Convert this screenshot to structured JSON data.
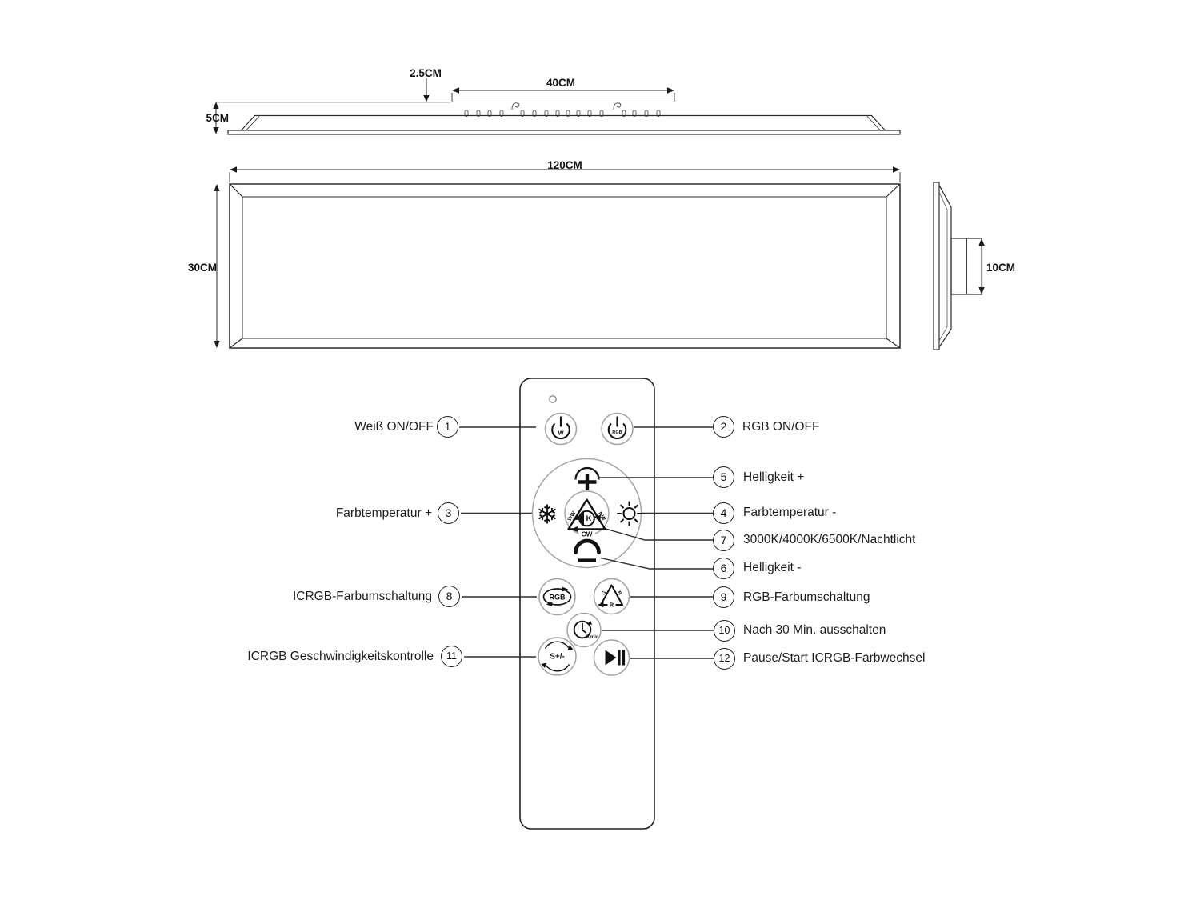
{
  "views": {
    "profile": {
      "dim_offset": "2.5CM",
      "dim_box": "40CM",
      "dim_height": "5CM"
    },
    "front": {
      "dim_width": "120CM",
      "dim_height": "30CM"
    },
    "side": {
      "dim_driver": "10CM"
    }
  },
  "remote": {
    "power_white": "W",
    "power_rgb": "RGB",
    "dial": {
      "ww": "WW",
      "nw": "NW",
      "cw": "CW",
      "k": "K"
    },
    "icons": {
      "snowflake": "❄"
    },
    "rgb_cycle": "RGB",
    "tri": {
      "g": "G",
      "b": "B",
      "r": "R"
    },
    "timer": "30min",
    "speed": "S+/-"
  },
  "callouts": [
    {
      "num": "1",
      "label": "Weiß ON/OFF"
    },
    {
      "num": "2",
      "label": "RGB ON/OFF"
    },
    {
      "num": "3",
      "label": "Farbtemperatur +"
    },
    {
      "num": "4",
      "label": "Farbtemperatur -"
    },
    {
      "num": "5",
      "label": "Helligkeit +"
    },
    {
      "num": "6",
      "label": "Helligkeit -"
    },
    {
      "num": "7",
      "label": "3000K/4000K/6500K/Nachtlicht"
    },
    {
      "num": "8",
      "label": "ICRGB-Farbumschaltung"
    },
    {
      "num": "9",
      "label": "RGB-Farbumschaltung"
    },
    {
      "num": "10",
      "label": "Nach 30 Min. ausschalten"
    },
    {
      "num": "11",
      "label": "ICRGB Geschwindigkeitskontrolle"
    },
    {
      "num": "12",
      "label": "Pause/Start ICRGB-Farbwechsel"
    }
  ]
}
